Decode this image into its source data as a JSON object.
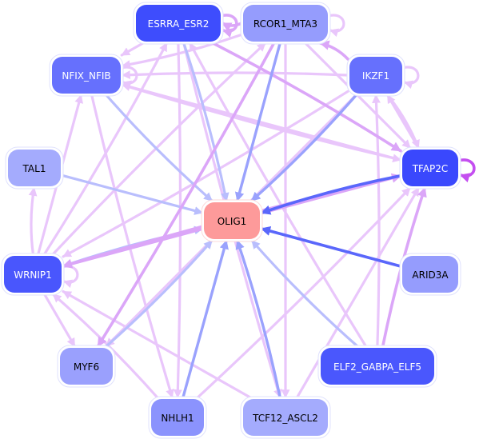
{
  "diagram": {
    "type": "gene-regulatory-network",
    "nodes": [
      {
        "id": "ESRRA_ESR2",
        "label": "ESRRA_ESR2",
        "fill": "#3e4dfd",
        "text_color": "#ffffff"
      },
      {
        "id": "RCOR1_MTA3",
        "label": "RCOR1_MTA3",
        "fill": "#959cfd",
        "text_color": "#000000"
      },
      {
        "id": "NFIX_NFIB",
        "label": "NFIX_NFIB",
        "fill": "#6670fd",
        "text_color": "#ffffff"
      },
      {
        "id": "IKZF1",
        "label": "IKZF1",
        "fill": "#6670fd",
        "text_color": "#ffffff"
      },
      {
        "id": "TAL1",
        "label": "TAL1",
        "fill": "#a4abfd",
        "text_color": "#000000"
      },
      {
        "id": "TFAP2C",
        "label": "TFAP2C",
        "fill": "#3a48fd",
        "text_color": "#ffffff"
      },
      {
        "id": "OLIG1",
        "label": "OLIG1",
        "fill": "#fd9a9a",
        "text_color": "#000000"
      },
      {
        "id": "WRNIP1",
        "label": "WRNIP1",
        "fill": "#4956fd",
        "text_color": "#ffffff"
      },
      {
        "id": "ARID3A",
        "label": "ARID3A",
        "fill": "#959cfd",
        "text_color": "#000000"
      },
      {
        "id": "MYF6",
        "label": "MYF6",
        "fill": "#9aa0fd",
        "text_color": "#000000"
      },
      {
        "id": "ELF2_GABPA_ELF5",
        "label": "ELF2_GABPA_ELF5",
        "fill": "#4a57fd",
        "text_color": "#ffffff"
      },
      {
        "id": "NHLH1",
        "label": "NHLH1",
        "fill": "#8b93fd",
        "text_color": "#000000"
      },
      {
        "id": "TCF12_ASCL2",
        "label": "TCF12_ASCL2",
        "fill": "#a4abfd",
        "text_color": "#000000"
      }
    ],
    "edge_colors": {
      "activation_light": "#e9c6fb",
      "activation_mid": "#dba6f8",
      "activation_strong": "#c44ef0",
      "repression_light": "#b9befd",
      "repression_mid": "#9aa2fd",
      "repression_strong": "#5a67fb"
    },
    "edges": [
      {
        "from": "ESRRA_ESR2",
        "to": "ESRRA_ESR2",
        "kind": "activation_mid"
      },
      {
        "from": "RCOR1_MTA3",
        "to": "RCOR1_MTA3",
        "kind": "activation_light"
      },
      {
        "from": "NFIX_NFIB",
        "to": "NFIX_NFIB",
        "kind": "activation_light"
      },
      {
        "from": "IKZF1",
        "to": "IKZF1",
        "kind": "activation_light"
      },
      {
        "from": "TFAP2C",
        "to": "TFAP2C",
        "kind": "activation_strong"
      },
      {
        "from": "WRNIP1",
        "to": "WRNIP1",
        "kind": "activation_light"
      },
      {
        "from": "ESRRA_ESR2",
        "to": "OLIG1",
        "kind": "repression_light"
      },
      {
        "from": "RCOR1_MTA3",
        "to": "OLIG1",
        "kind": "repression_mid"
      },
      {
        "from": "NFIX_NFIB",
        "to": "OLIG1",
        "kind": "repression_light"
      },
      {
        "from": "IKZF1",
        "to": "OLIG1",
        "kind": "repression_mid"
      },
      {
        "from": "TAL1",
        "to": "OLIG1",
        "kind": "repression_light"
      },
      {
        "from": "TFAP2C",
        "to": "OLIG1",
        "kind": "repression_strong"
      },
      {
        "from": "WRNIP1",
        "to": "OLIG1",
        "kind": "repression_light"
      },
      {
        "from": "ARID3A",
        "to": "OLIG1",
        "kind": "repression_strong"
      },
      {
        "from": "MYF6",
        "to": "OLIG1",
        "kind": "repression_light"
      },
      {
        "from": "ELF2_GABPA_ELF5",
        "to": "OLIG1",
        "kind": "repression_light"
      },
      {
        "from": "NHLH1",
        "to": "OLIG1",
        "kind": "repression_mid"
      },
      {
        "from": "TCF12_ASCL2",
        "to": "OLIG1",
        "kind": "repression_mid"
      },
      {
        "from": "RCOR1_MTA3",
        "to": "ESRRA_ESR2",
        "kind": "activation_mid"
      },
      {
        "from": "ESRRA_ESR2",
        "to": "NFIX_NFIB",
        "kind": "activation_light"
      },
      {
        "from": "IKZF1",
        "to": "NFIX_NFIB",
        "kind": "activation_light"
      },
      {
        "from": "RCOR1_MTA3",
        "to": "NFIX_NFIB",
        "kind": "activation_light"
      },
      {
        "from": "TFAP2C",
        "to": "NFIX_NFIB",
        "kind": "activation_light"
      },
      {
        "from": "IKZF1",
        "to": "RCOR1_MTA3",
        "kind": "activation_mid"
      },
      {
        "from": "ESRRA_ESR2",
        "to": "TFAP2C",
        "kind": "activation_mid"
      },
      {
        "from": "RCOR1_MTA3",
        "to": "TFAP2C",
        "kind": "activation_light"
      },
      {
        "from": "NFIX_NFIB",
        "to": "TFAP2C",
        "kind": "activation_light"
      },
      {
        "from": "IKZF1",
        "to": "TFAP2C",
        "kind": "activation_light"
      },
      {
        "from": "TFAP2C",
        "to": "IKZF1",
        "kind": "activation_light"
      },
      {
        "from": "ELF2_GABPA_ELF5",
        "to": "IKZF1",
        "kind": "activation_light"
      },
      {
        "from": "ELF2_GABPA_ELF5",
        "to": "TFAP2C",
        "kind": "activation_mid"
      },
      {
        "from": "WRNIP1",
        "to": "TFAP2C",
        "kind": "activation_mid"
      },
      {
        "from": "NHLH1",
        "to": "TFAP2C",
        "kind": "activation_light"
      },
      {
        "from": "WRNIP1",
        "to": "TAL1",
        "kind": "activation_light"
      },
      {
        "from": "WRNIP1",
        "to": "NFIX_NFIB",
        "kind": "activation_light"
      },
      {
        "from": "WRNIP1",
        "to": "ESRRA_ESR2",
        "kind": "activation_light"
      },
      {
        "from": "WRNIP1",
        "to": "RCOR1_MTA3",
        "kind": "activation_light"
      },
      {
        "from": "WRNIP1",
        "to": "MYF6",
        "kind": "activation_light"
      },
      {
        "from": "TFAP2C",
        "to": "WRNIP1",
        "kind": "activation_mid"
      },
      {
        "from": "IKZF1",
        "to": "WRNIP1",
        "kind": "activation_light"
      },
      {
        "from": "TCF12_ASCL2",
        "to": "WRNIP1",
        "kind": "activation_light"
      },
      {
        "from": "NHLH1",
        "to": "WRNIP1",
        "kind": "activation_light"
      },
      {
        "from": "RCOR1_MTA3",
        "to": "MYF6",
        "kind": "activation_mid"
      },
      {
        "from": "IKZF1",
        "to": "MYF6",
        "kind": "activation_light"
      },
      {
        "from": "NFIX_NFIB",
        "to": "NHLH1",
        "kind": "activation_light"
      },
      {
        "from": "ESRRA_ESR2",
        "to": "NHLH1",
        "kind": "activation_light"
      },
      {
        "from": "RCOR1_MTA3",
        "to": "TCF12_ASCL2",
        "kind": "activation_light"
      },
      {
        "from": "ESRRA_ESR2",
        "to": "TCF12_ASCL2",
        "kind": "activation_light"
      },
      {
        "from": "ELF2_GABPA_ELF5",
        "to": "ESRRA_ESR2",
        "kind": "activation_light"
      },
      {
        "from": "TCF12_ASCL2",
        "to": "TFAP2C",
        "kind": "activation_light"
      }
    ]
  }
}
